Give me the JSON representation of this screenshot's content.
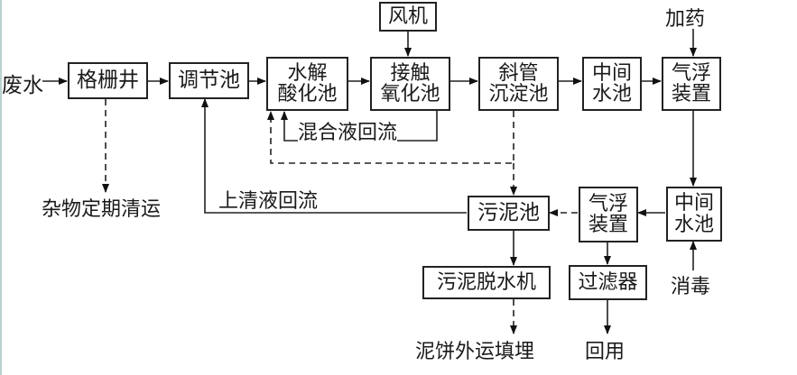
{
  "diagram": {
    "title": "",
    "inputs": {
      "wastewater": "废水",
      "blower": "风机",
      "dosing": "加药",
      "disinfection": "消毒"
    },
    "nodes": {
      "grille_well": "格栅井",
      "regulating_tank": "调节池",
      "hydrolysis_tank": {
        "line1": "水解",
        "line2": "酸化池"
      },
      "contact_oxidation_tank": {
        "line1": "接触",
        "line2": "氧化池"
      },
      "inclined_tube_settler": {
        "line1": "斜管",
        "line2": "沉淀池"
      },
      "intermediate_tank_1": {
        "line1": "中间",
        "line2": "水池"
      },
      "air_flotation_1": {
        "line1": "气浮",
        "line2": "装置"
      },
      "intermediate_tank_2": {
        "line1": "中间",
        "line2": "水池"
      },
      "air_flotation_2": {
        "line1": "气浮",
        "line2": "装置"
      },
      "sludge_tank": "污泥池",
      "sludge_dewatering": "污泥脱水机",
      "filter": "过滤器"
    },
    "outputs": {
      "debris_removal": "杂物定期清运",
      "cake_disposal": "泥饼外运填埋",
      "reuse": "回用"
    },
    "flow_labels": {
      "mixed_liquor_return": "混合液回流",
      "supernatant_return": "上清液回流"
    },
    "edges": [
      {
        "from": "废水",
        "to": "格栅井",
        "style": "solid"
      },
      {
        "from": "格栅井",
        "to": "调节池",
        "style": "solid"
      },
      {
        "from": "调节池",
        "to": "水解酸化池",
        "style": "solid"
      },
      {
        "from": "水解酸化池",
        "to": "接触氧化池",
        "style": "solid"
      },
      {
        "from": "风机",
        "to": "接触氧化池",
        "style": "solid"
      },
      {
        "from": "接触氧化池",
        "to": "斜管沉淀池",
        "style": "solid"
      },
      {
        "from": "斜管沉淀池",
        "to": "中间水池",
        "style": "solid"
      },
      {
        "from": "中间水池",
        "to": "气浮装置",
        "style": "solid"
      },
      {
        "from": "加药",
        "to": "气浮装置",
        "style": "solid"
      },
      {
        "from": "气浮装置",
        "to": "中间水池(2)",
        "style": "solid"
      },
      {
        "from": "消毒",
        "to": "中间水池(2)",
        "style": "solid"
      },
      {
        "from": "中间水池(2)",
        "to": "气浮装置(2)",
        "style": "solid"
      },
      {
        "from": "气浮装置(2)",
        "to": "污泥池",
        "style": "dashed"
      },
      {
        "from": "气浮装置(2)",
        "to": "过滤器",
        "style": "solid"
      },
      {
        "from": "过滤器",
        "to": "回用",
        "style": "solid"
      },
      {
        "from": "接触氧化池",
        "to": "水解酸化池",
        "style": "solid",
        "label": "混合液回流"
      },
      {
        "from": "斜管沉淀池",
        "to": "水解酸化池",
        "style": "dashed"
      },
      {
        "from": "斜管沉淀池",
        "to": "污泥池",
        "style": "dashed"
      },
      {
        "from": "污泥池",
        "to": "调节池",
        "style": "solid",
        "label": "上清液回流"
      },
      {
        "from": "污泥池",
        "to": "污泥脱水机",
        "style": "solid"
      },
      {
        "from": "污泥脱水机",
        "to": "泥饼外运填埋",
        "style": "dashed"
      },
      {
        "from": "格栅井",
        "to": "杂物定期清运",
        "style": "dashed"
      }
    ]
  }
}
